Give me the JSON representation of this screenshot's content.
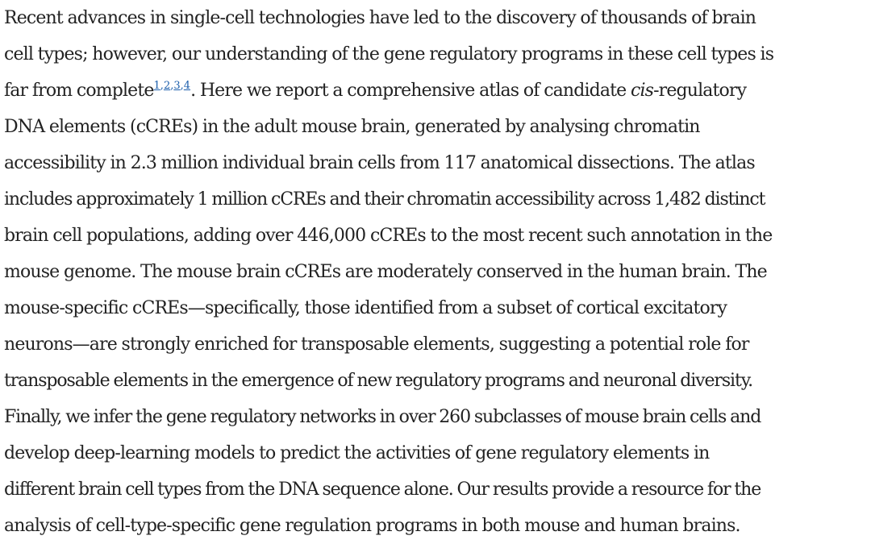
{
  "abstract": {
    "lines": [
      "Recent advances in single-cell technologies have led to the discovery of thousands of brain",
      "cell types; however, our understanding of the gene regulatory programs in these cell types is"
    ],
    "line3": {
      "before": "far from complete",
      "citations": [
        "1",
        "2",
        "3",
        "4"
      ],
      "after_part1": ". Here we report a comprehensive atlas of candidate ",
      "italic": "cis",
      "after_part2": "-regulatory"
    },
    "lines_rest": [
      "DNA elements (cCREs) in the adult mouse brain, generated by analysing chromatin",
      "accessibility in 2.3 million individual brain cells from 117 anatomical dissections. The atlas",
      "includes approximately 1 million cCREs and their chromatin accessibility across 1,482 distinct",
      "brain cell populations, adding over 446,000 cCREs to the most recent such annotation in the",
      "mouse genome. The mouse brain cCREs are moderately conserved in the human brain. The",
      "mouse-specific cCREs—specifically, those identified from a subset of cortical excitatory",
      "neurons—are strongly enriched for transposable elements, suggesting a potential role for",
      "transposable elements in the emergence of new regulatory programs and neuronal diversity.",
      "Finally, we infer the gene regulatory networks in over 260 subclasses of mouse brain cells and",
      "develop deep-learning models to predict the activities of gene regulatory elements in",
      "different brain cell types from the DNA sequence alone. Our results provide a resource for the",
      "analysis of cell-type-specific gene regulation programs in both mouse and human brains."
    ]
  }
}
